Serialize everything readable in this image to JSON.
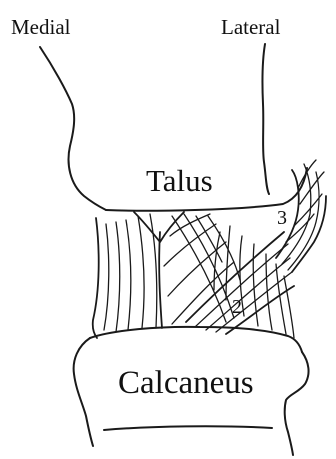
{
  "labels": {
    "medial": "Medial",
    "lateral": "Lateral",
    "talus": "Talus",
    "calcaneus": "Calcaneus",
    "ligament_3": "3",
    "ligament_2": "2"
  },
  "colors": {
    "line": "#1a1a1a",
    "background": "#ffffff"
  }
}
